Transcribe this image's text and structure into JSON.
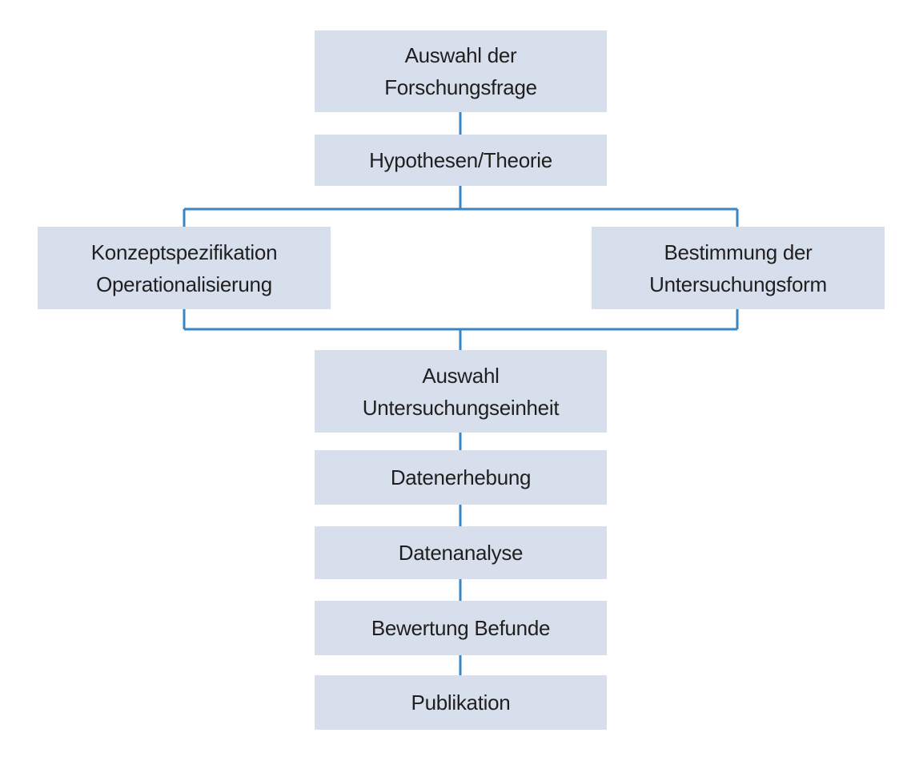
{
  "diagram": {
    "line_color": "#3a86c4",
    "box_color": "#d8dfec",
    "text_color": "#1f1f1f",
    "nodes": {
      "research_question": "Auswahl der\nForschungsfrage",
      "hypotheses": "Hypothesen/Theorie",
      "concept_spec": "Konzeptspezifikation\nOperationalisierung",
      "study_form": "Bestimmung der\nUntersuchungsform",
      "unit_selection": "Auswahl\nUntersuchungseinheit",
      "data_collection": "Datenerhebung",
      "data_analysis": "Datenanalyse",
      "evaluation": "Bewertung Befunde",
      "publication": "Publikation"
    }
  }
}
